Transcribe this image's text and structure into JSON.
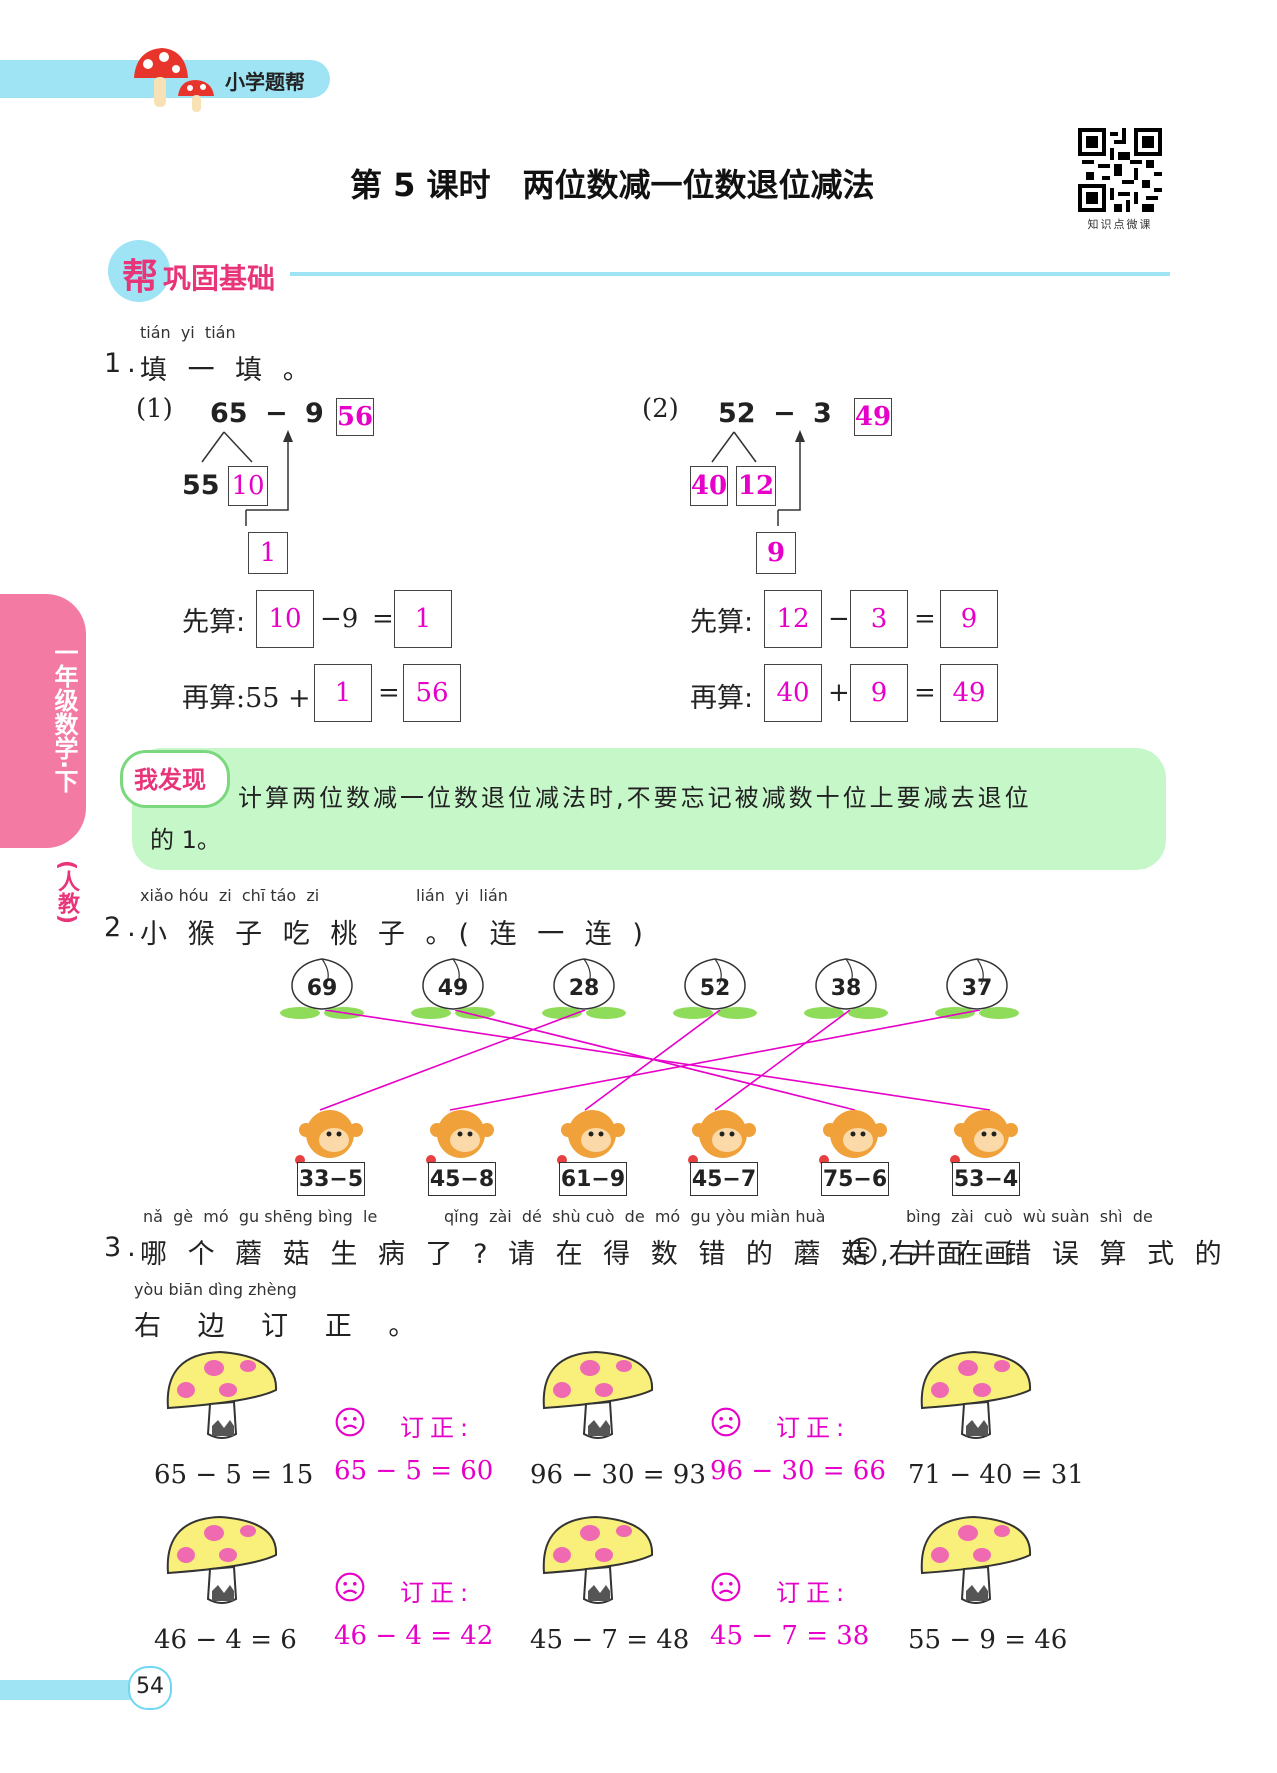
{
  "header": {
    "brand": "小学题帮"
  },
  "title": "第 5 课时　两位数减一位数退位减法",
  "qr_caption": "知识点微课",
  "section": {
    "badge": "帮",
    "label": "巩固基础"
  },
  "sidebar": {
    "grade": "一年级数学·下",
    "edition": "(人教)"
  },
  "q1": {
    "pinyin": "tián  yi  tián",
    "number": "1.",
    "text": "填 一 填 。",
    "parts": [
      {
        "label": "(1)",
        "minuend": "65",
        "op": "−",
        "subtrahend": "9",
        "eq": "=",
        "result": "56",
        "split_left": "55",
        "split_right": "10",
        "step": "1",
        "first_label": "先算:",
        "first_a": "10",
        "first_op": "−9",
        "first_eq": "=",
        "first_res": "1",
        "then_label": "再算:55 +",
        "then_b": "1",
        "then_eq": "=",
        "then_res": "56"
      },
      {
        "label": "(2)",
        "minuend": "52",
        "op": "−",
        "subtrahend": "3",
        "eq": "=",
        "result": "49",
        "split_left": "40",
        "split_right": "12",
        "step": "9",
        "first_label": "先算:",
        "first_a": "12",
        "first_op": "−",
        "first_b": "3",
        "first_eq": "=",
        "first_res": "9",
        "then_label": "再算:",
        "then_a": "40",
        "then_op": "+",
        "then_b": "9",
        "then_eq": "=",
        "then_res": "49"
      }
    ]
  },
  "discover": {
    "badge": "我发现",
    "line1": "计算两位数减一位数退位减法时,不要忘记被减数十位上要减去退位",
    "line2": "的 1。"
  },
  "q2": {
    "pinyin_a": "xiǎo hóu  zi  chī táo  zi",
    "pinyin_b": "lián  yi  lián",
    "number": "2.",
    "text": "小 猴 子 吃 桃 子 。( 连 一 连 )",
    "peaches": [
      "69",
      "49",
      "28",
      "52",
      "38",
      "37"
    ],
    "monkeys": [
      "33−5",
      "45−8",
      "61−9",
      "45−7",
      "75−6",
      "53−4"
    ]
  },
  "q3": {
    "pinyin_a": "nǎ  gè  mó  gu shēng bìng  le",
    "pinyin_b": "qǐng  zài  dé  shù cuò  de  mó  gu yòu miàn huà",
    "pinyin_c": "bìng  zài  cuò  wù suàn  shì  de",
    "pinyin_d": "yòu biān dìng zhèng",
    "number": "3.",
    "text": "哪 个 蘑 菇 生 病 了 ? 请 在 得 数 错 的 蘑 菇 右 面 画",
    "text_end": ", 并 在 错 误 算 式 的",
    "text2": "右 边 订 正 。",
    "correct_label": "订正:",
    "items": [
      {
        "equation": "65 − 5 = 15",
        "correction": "65 − 5 = 60"
      },
      {
        "equation": "96 − 30 = 93",
        "correction": "96 − 30 = 66"
      },
      {
        "equation": "71 − 40 = 31",
        "correction": ""
      },
      {
        "equation": "46 − 4 = 6",
        "correction": "46 − 4 = 42"
      },
      {
        "equation": "45 − 7 = 48",
        "correction": "45 − 7 = 38"
      },
      {
        "equation": "55 − 9 = 46",
        "correction": ""
      }
    ]
  },
  "page_number": "54",
  "colors": {
    "accent": "#6fd7f0",
    "pink": "#e600c8",
    "sidebar": "#f06c9b",
    "discover_bg": "#c6f7c9"
  }
}
